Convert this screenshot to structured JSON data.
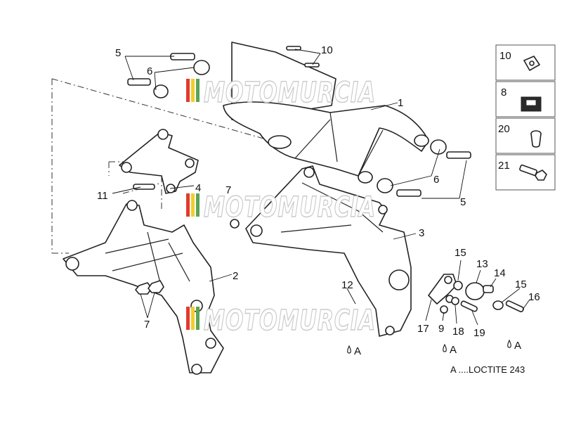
{
  "watermark": {
    "text": "MOTOMURCIA"
  },
  "callouts": {
    "c1": "1",
    "c2": "2",
    "c3": "3",
    "c4": "4",
    "c5a": "5",
    "c5b": "5",
    "c6a": "6",
    "c6b": "6",
    "c7a": "7",
    "c7b": "7",
    "c9": "9",
    "c10": "10",
    "c11": "11",
    "c12": "12",
    "c13": "13",
    "c14": "14",
    "c15a": "15",
    "c15b": "15",
    "c16": "16",
    "c17": "17",
    "c18": "18",
    "c19": "19"
  },
  "loctite_marks": {
    "m1": "A",
    "m2": "A",
    "m3": "A"
  },
  "legend": [
    {
      "label": "10",
      "icon": "clip-nut-icon"
    },
    {
      "label": "8",
      "icon": "rubber-pad-icon"
    },
    {
      "label": "20",
      "icon": "bushing-icon"
    },
    {
      "label": "21",
      "icon": "bolt-icon"
    }
  ],
  "note": "A ....LOCTITE 243",
  "colors": {
    "line": "#222222",
    "watermark_stroke": "#c9c9c9",
    "stripe_red": "#e23a2e",
    "stripe_yellow": "#f1cf2a",
    "stripe_green": "#5aa35a"
  }
}
